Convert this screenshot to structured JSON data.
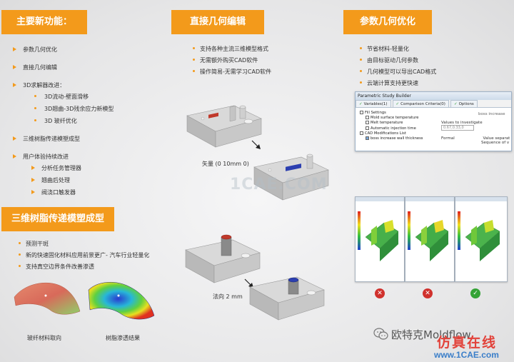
{
  "sections": {
    "features_title": "主要新功能：",
    "geometry_edit_title": "直接几何编辑",
    "param_opt_title": "参数几何优化",
    "rtm_title": "三维树脂传递模塑成型"
  },
  "features": {
    "item1": "参数几何优化",
    "item2": "直接几何编辑",
    "item3": "3D求解器改进：",
    "item3_sub1": "3D流动-壁面滑移",
    "item3_sub2": "3D翘曲-3D残余应力新模型",
    "item3_sub3": "3D 玻纤优化",
    "item4": "三维树脂传递模塑成型",
    "item5": "用户体验持续改进",
    "item5_sub1": "分析任务管理器",
    "item5_sub2": "翘曲后处理",
    "item5_sub3": "阀浇口触发器"
  },
  "geometry_edit": {
    "b1": "支持各种主流三维模型格式",
    "b2": "无需额外购买CAD软件",
    "b3": "操作简易-无需学习CAD软件",
    "vector_caption": "矢量 (0 10mm 0)",
    "normal_caption": "法向 2 mm"
  },
  "param_opt": {
    "b1": "节省材料-轻量化",
    "b2": "由目标驱动几何参数",
    "b3": "几何模型可以导出CAD格式",
    "b4": "云端计算支持更快速"
  },
  "dialog": {
    "title": "Parametric Study Builder",
    "tab1": "Variables(1)",
    "tab2": "Comparison Criteria(0)",
    "tab3": "Options",
    "tree_fill": "Fill Settings",
    "tree_mold": "Mold surface temperature",
    "tree_melt": "Melt temperature",
    "tree_inj": "Automatic injection time",
    "tree_cad": "CAD Modifications List",
    "tree_boss": "boss increase wall thickness",
    "right_top": "boss increase",
    "values_label": "Values to investigate",
    "values_field": "0.67,0.33,0",
    "formal_label": "Formal",
    "formal_value": "Value separat",
    "sequence_value": "Sequence of v"
  },
  "rtm": {
    "b1": "预测干斑",
    "b2": "新的快速固化材料应用前景更广- 汽车行业轻量化",
    "b3": "支持真空边界条件改善渗透",
    "cap_left": "玻纤材料取向",
    "cap_right": "树脂渗透结果"
  },
  "marks": {
    "bad": "✕",
    "good": "✓"
  },
  "watermark": "1CAE.COM",
  "footer": {
    "brand": "欧特克Moldflow",
    "site_cn": "仿真在线",
    "site_url": "www.1CAE.com"
  },
  "colors": {
    "accent": "#f39a1b",
    "bad": "#d0312d",
    "good": "#34a336"
  }
}
